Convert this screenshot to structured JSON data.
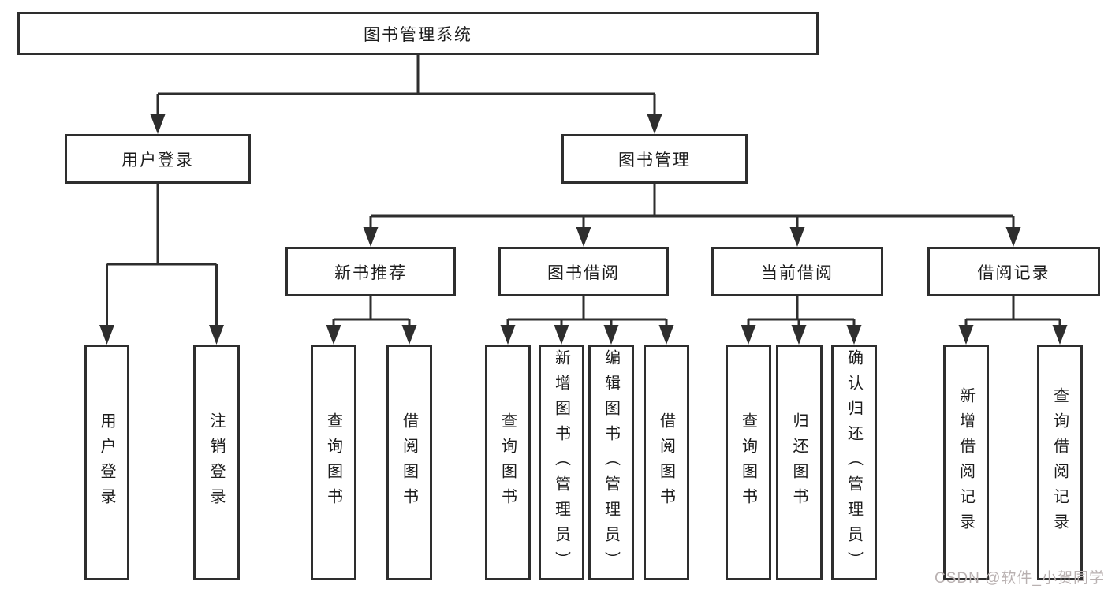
{
  "nodes": {
    "root": "图书管理系统",
    "login": "用户登录",
    "mgmt": "图书管理",
    "rec": "新书推荐",
    "borrow": "图书借阅",
    "current": "当前借阅",
    "records": "借阅记录",
    "login_children": [
      "用户登录",
      "注销登录"
    ],
    "rec_children": [
      "查询图书",
      "借阅图书"
    ],
    "borrow_children": [
      "查询图书",
      "新增图书（管理员）",
      "编辑图书（管理员）",
      "借阅图书"
    ],
    "current_children": [
      "查询图书",
      "归还图书",
      "确认归还（管理员）"
    ],
    "records_children": [
      "新增借阅记录",
      "查询借阅记录"
    ]
  },
  "watermark": "CSDN @软件_小贺同学",
  "colors": {
    "line": "#2e2e2e",
    "text": "#1c1c1c",
    "watermark": "#b9b1b1",
    "background": "#ffffff"
  }
}
